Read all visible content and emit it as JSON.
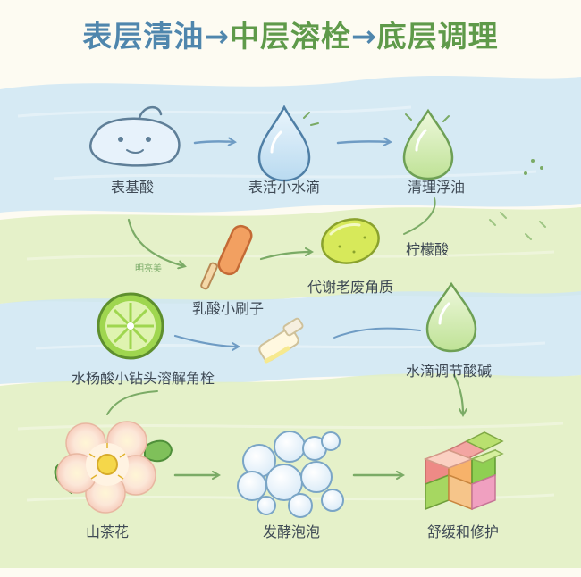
{
  "title": {
    "part1": "表层清油",
    "arrow1": "→",
    "part2": "中层溶栓",
    "arrow2": "→",
    "part3": "底层调理"
  },
  "colors": {
    "title_blue": "#4f86ad",
    "title_green": "#5f9a4a",
    "band_blue": "#cfe6f5",
    "band_green": "#e2f0c4",
    "arrow_blue": "#6f9cc4",
    "arrow_green": "#7bab66",
    "background": "#fdfbf2"
  },
  "steps": {
    "surface_acid": "表基酸",
    "surfactant_drop": "表活小水滴",
    "clean_oil": "清理浮油",
    "citric_acid": "柠檬酸",
    "lactic_brush": "乳酸小刷子",
    "metabolize": "代谢老废角质",
    "salicylic_drill": "水杨酸小钻头溶解角栓",
    "water_balance": "水滴调节酸碱",
    "camellia": "山茶花",
    "fermented_foam": "发酵泡泡",
    "soothe_repair": "舒缓和修护"
  },
  "annotation": "明亮美"
}
